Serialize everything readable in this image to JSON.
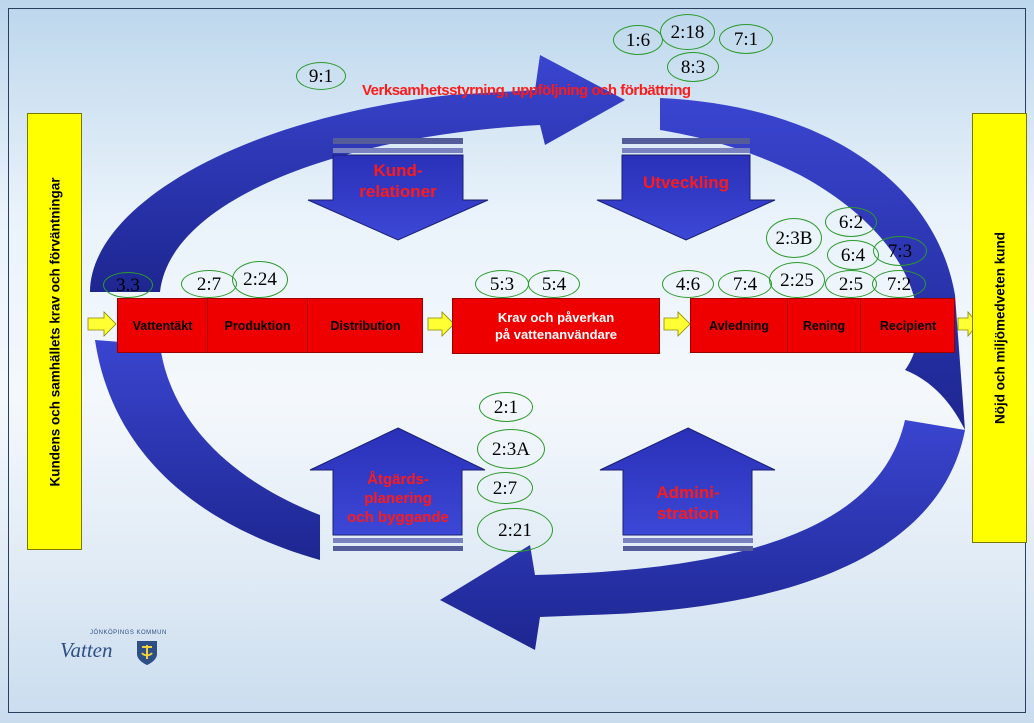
{
  "title": "Verksamhetsstyrning, uppföljning och förbättring",
  "left_box": "Kundens och samhällets krav och förväntningar",
  "right_box": "Nöjd och miljömedveten kund",
  "process_left": [
    "Vattentäkt",
    "Produktion",
    "Distribution"
  ],
  "process_mid": [
    "Krav och påverkan",
    "på vattenanvändare"
  ],
  "process_right": [
    "Avledning",
    "Rening",
    "Recipient"
  ],
  "boxes": {
    "kund": [
      "Kund-",
      "relationer"
    ],
    "utv": [
      "Utveckling"
    ],
    "atg": [
      "Åtgärds-",
      "planering",
      "och byggande"
    ],
    "adm": [
      "Admini-",
      "stration"
    ]
  },
  "ovals": {
    "o91": "9:1",
    "o16": "1:6",
    "o218": "2:18",
    "o71": "7:1",
    "o83": "8:3",
    "o33": "3.3",
    "o27a": "2:7",
    "o224": "2:24",
    "o53": "5:3",
    "o54": "5:4",
    "o46": "4:6",
    "o74": "7:4",
    "o23b": "2:3B",
    "o62": "6:2",
    "o64": "6:4",
    "o73": "7:3",
    "o225": "2:25",
    "o25": "2:5",
    "o72": "7:2",
    "o21": "2:1",
    "o23a": "2:3A",
    "o27b": "2:7",
    "o221": "2:21"
  },
  "logo": {
    "small": "JÖNKÖPINGS KOMMUN",
    "main": "Vatten"
  },
  "colors": {
    "arrow": "#2b35b5",
    "process": "#ee0000",
    "side": "#ffff00",
    "oval": "#2b9a2b",
    "label": "#ff1a1a"
  }
}
